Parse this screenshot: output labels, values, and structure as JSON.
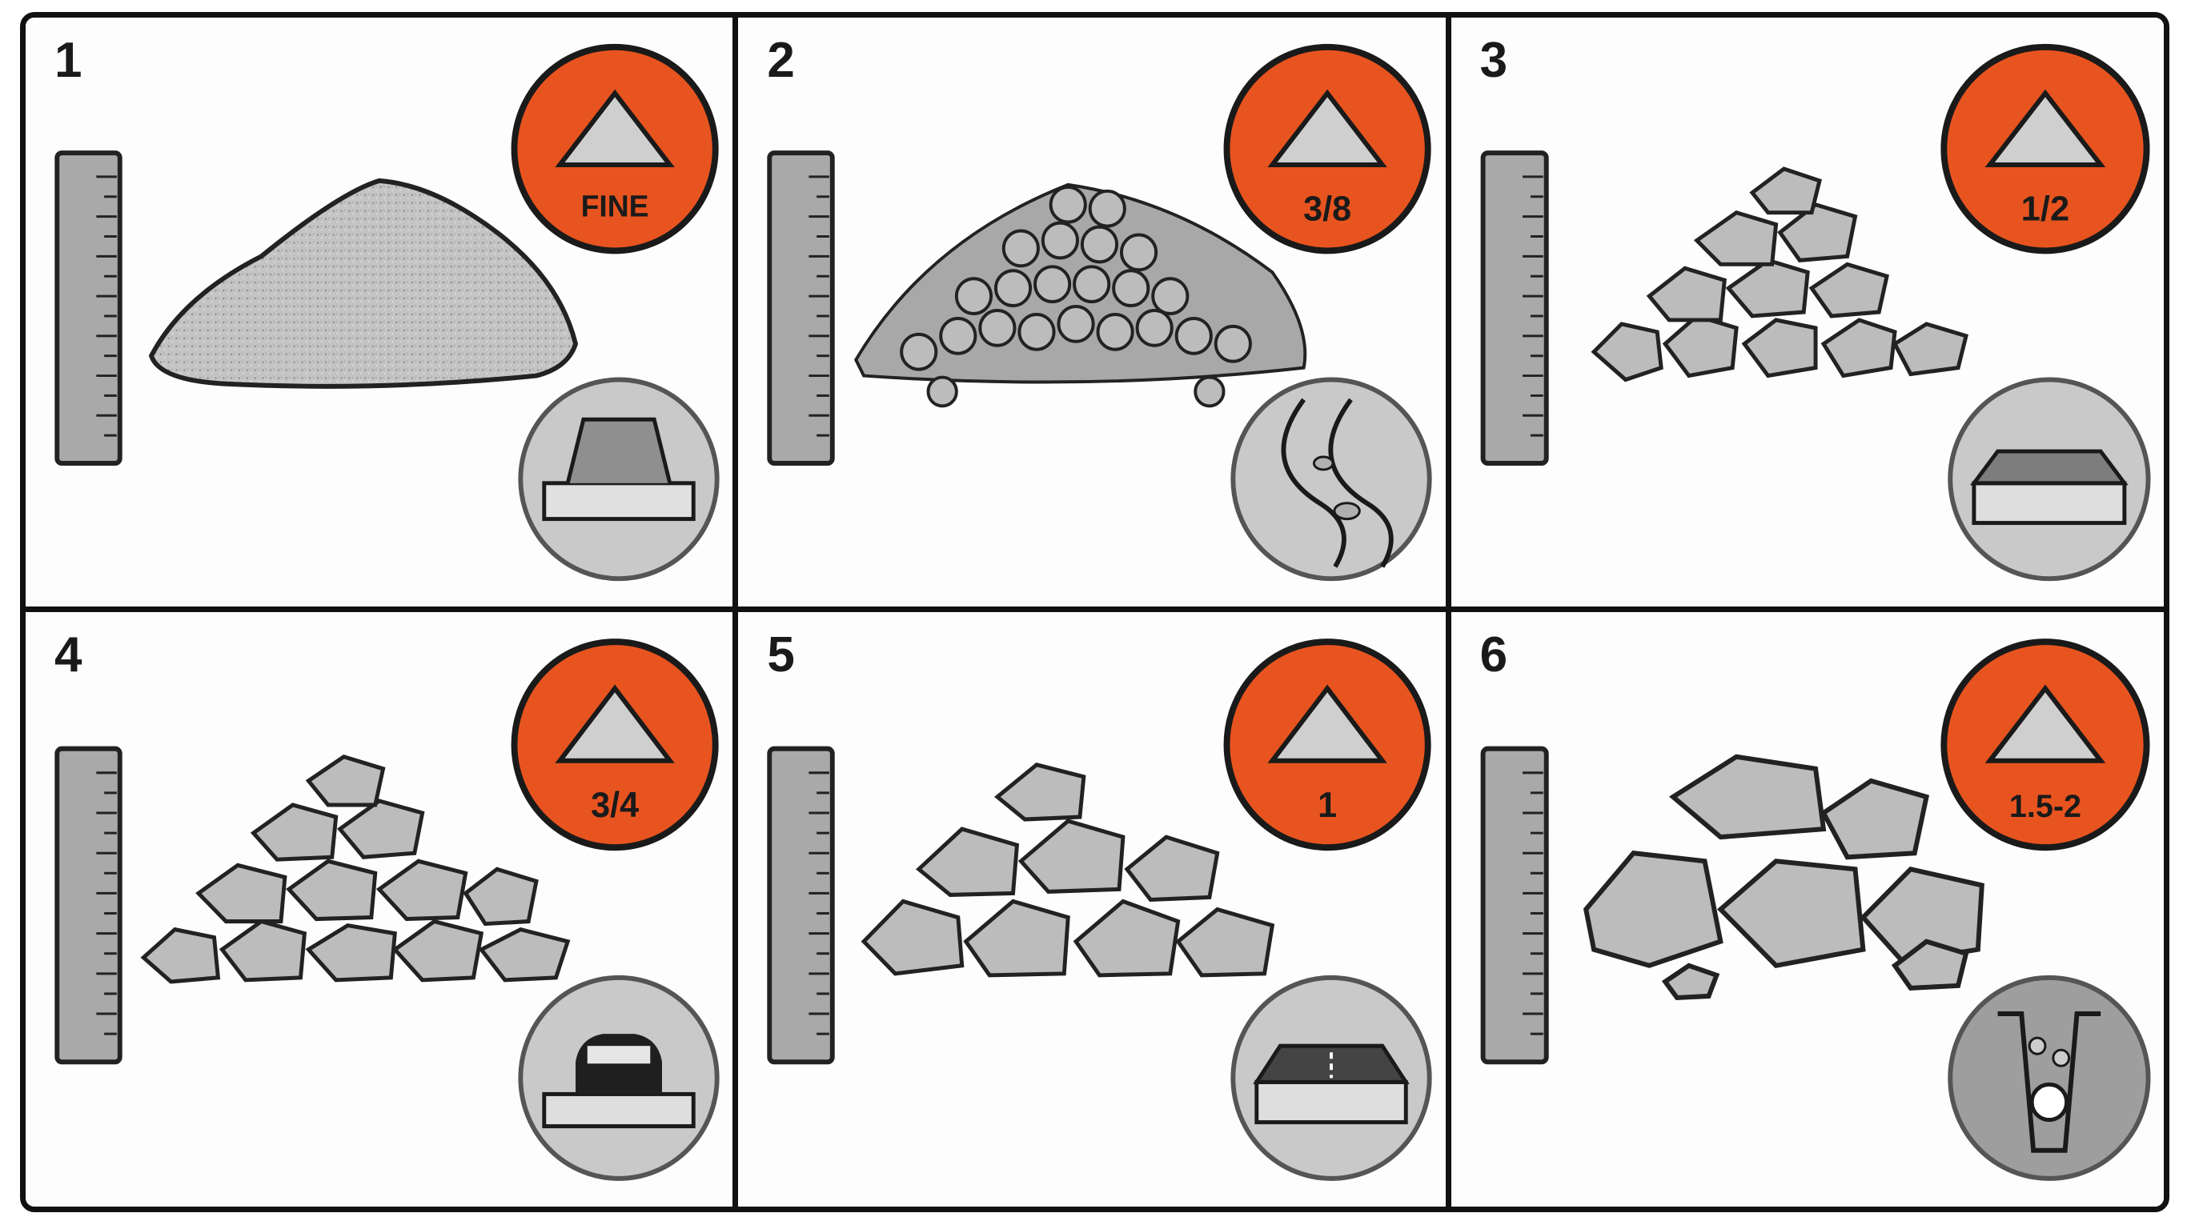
{
  "panels": [
    {
      "number": "1",
      "badge": "FINE",
      "material": "sand-pile",
      "use_icon": "screed-layer-icon"
    },
    {
      "number": "2",
      "badge": "3/8",
      "material": "pea-gravel-pile",
      "use_icon": "garden-path-icon"
    },
    {
      "number": "3",
      "badge": "1/2",
      "material": "half-inch-gravel-pile",
      "use_icon": "paver-base-icon"
    },
    {
      "number": "4",
      "badge": "3/4",
      "material": "three-quarter-gravel-pile",
      "use_icon": "driveway-car-icon"
    },
    {
      "number": "5",
      "badge": "1",
      "material": "one-inch-gravel-pile",
      "use_icon": "road-base-icon"
    },
    {
      "number": "6",
      "badge": "1.5-2",
      "material": "large-stone-pile",
      "use_icon": "drainage-pipe-icon"
    }
  ],
  "colors": {
    "badge_orange": "#e8541f",
    "border": "#111111",
    "stone_fill": "#b9b9b9",
    "icon_circle": "#c9c9c9"
  }
}
